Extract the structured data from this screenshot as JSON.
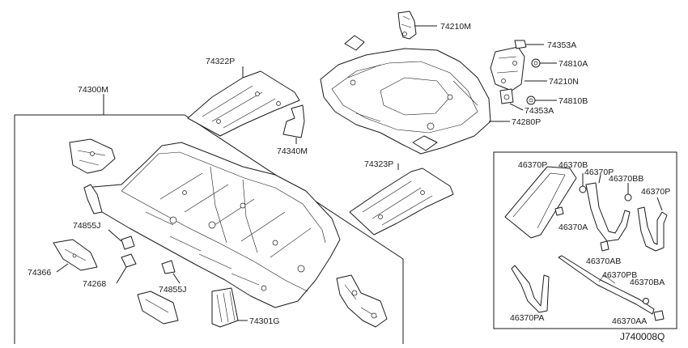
{
  "labels": {
    "p74210M": "74210M",
    "p74353A_top": "74353A",
    "p74810A": "74810A",
    "p74210N": "74210N",
    "p74810B": "74810B",
    "p74353A_bottom": "74353A",
    "p74280P": "74280P",
    "p74322P": "74322P",
    "p74340M": "74340M",
    "p74300M": "74300M",
    "p74323P": "74323P",
    "p74855J_left": "74855J",
    "p74366": "74366",
    "p74268": "74268",
    "p74855J_right": "74855J",
    "p74301G": "74301G",
    "p46370P_a": "46370P",
    "p46370B": "46370B",
    "p46370P_b": "46370P",
    "p46370BB": "46370BB",
    "p46370P_c": "46370P",
    "p46370A": "46370A",
    "p46370AB": "46370AB",
    "p46370PB": "46370PB",
    "p46370BA": "46370BA",
    "p46370PA": "46370PA",
    "p46370AA": "46370AA",
    "diagram_code": "J740008Q"
  }
}
